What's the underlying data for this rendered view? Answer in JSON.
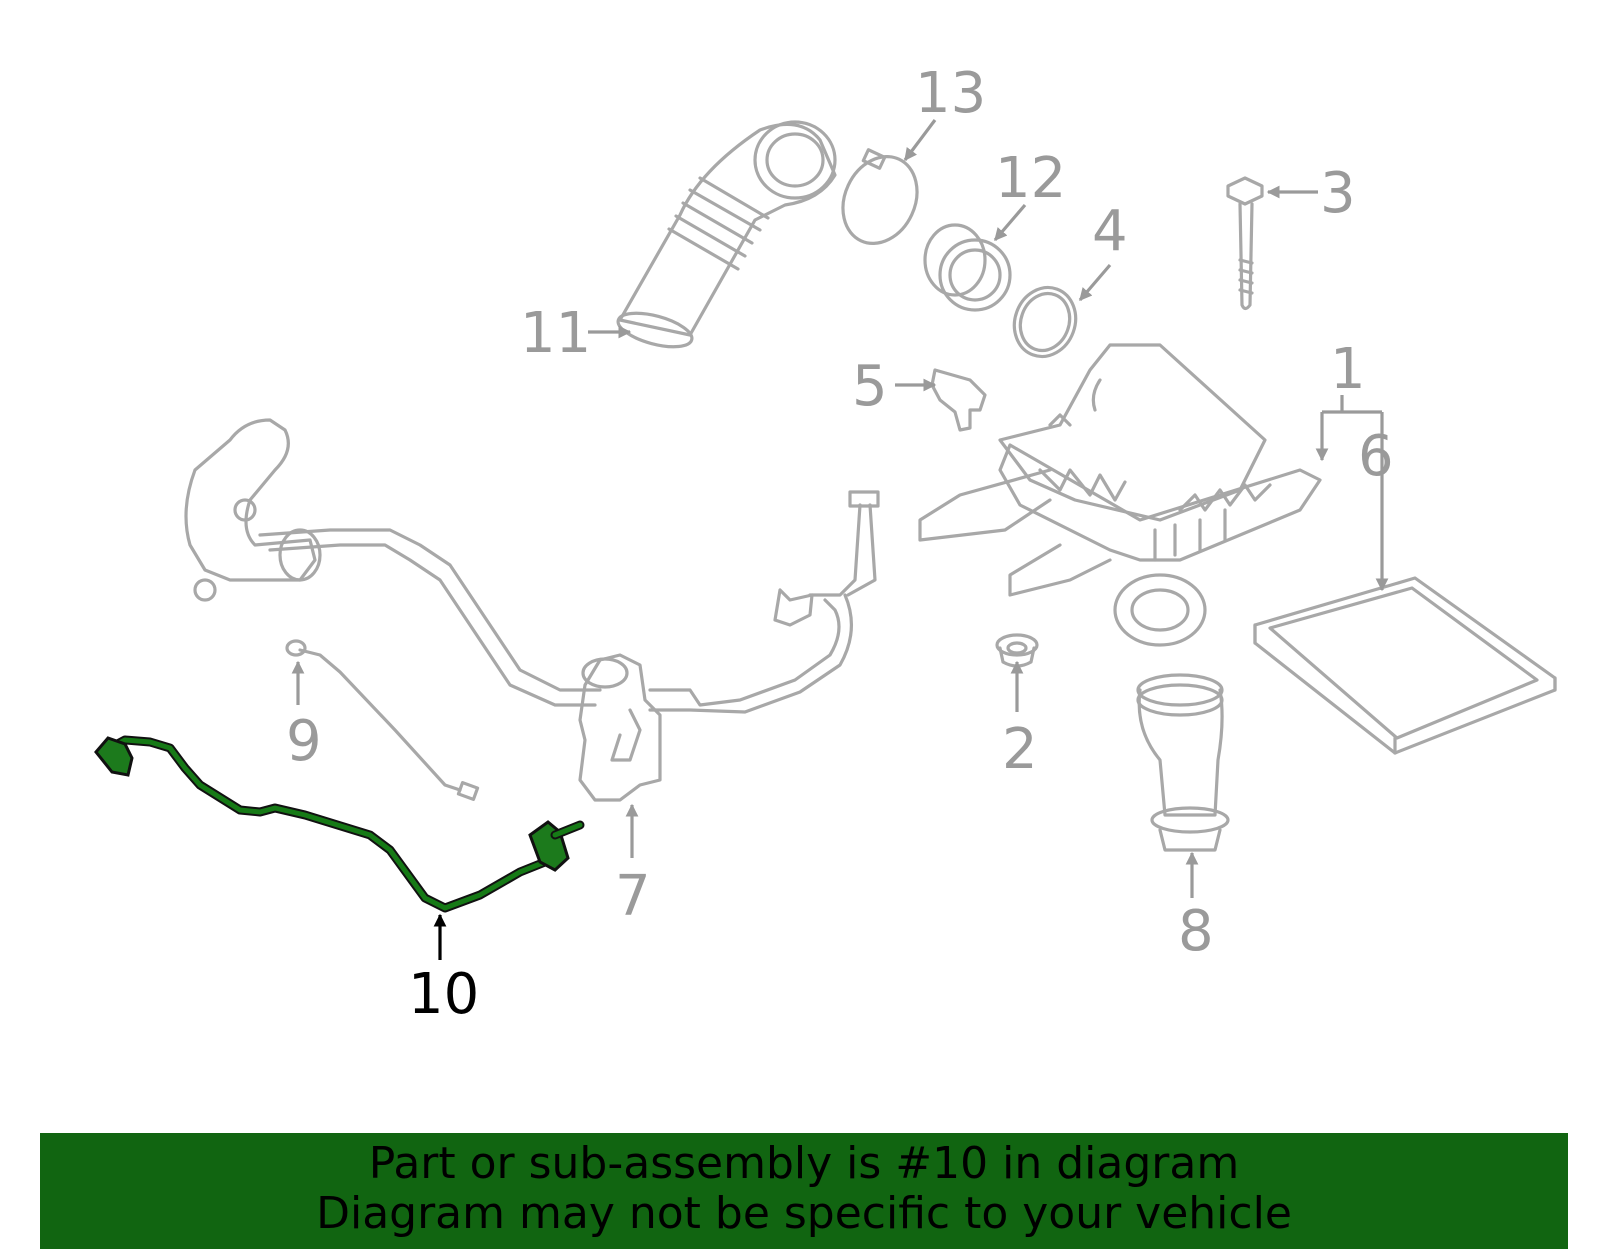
{
  "callouts": [
    {
      "num": "1"
    },
    {
      "num": "2"
    },
    {
      "num": "3"
    },
    {
      "num": "4"
    },
    {
      "num": "5"
    },
    {
      "num": "6"
    },
    {
      "num": "7"
    },
    {
      "num": "8"
    },
    {
      "num": "9"
    },
    {
      "num": "10"
    },
    {
      "num": "11"
    },
    {
      "num": "12"
    },
    {
      "num": "13"
    }
  ],
  "highlight": {
    "part_number": "10",
    "color": "#167a16"
  },
  "colors": {
    "banner": "#116511",
    "parts": "#a8a8a8",
    "labels": "#9a9a9a"
  },
  "banner": {
    "line1": "Part or sub-assembly is #10 in diagram",
    "line2": "Diagram may not be specific to your vehicle"
  }
}
